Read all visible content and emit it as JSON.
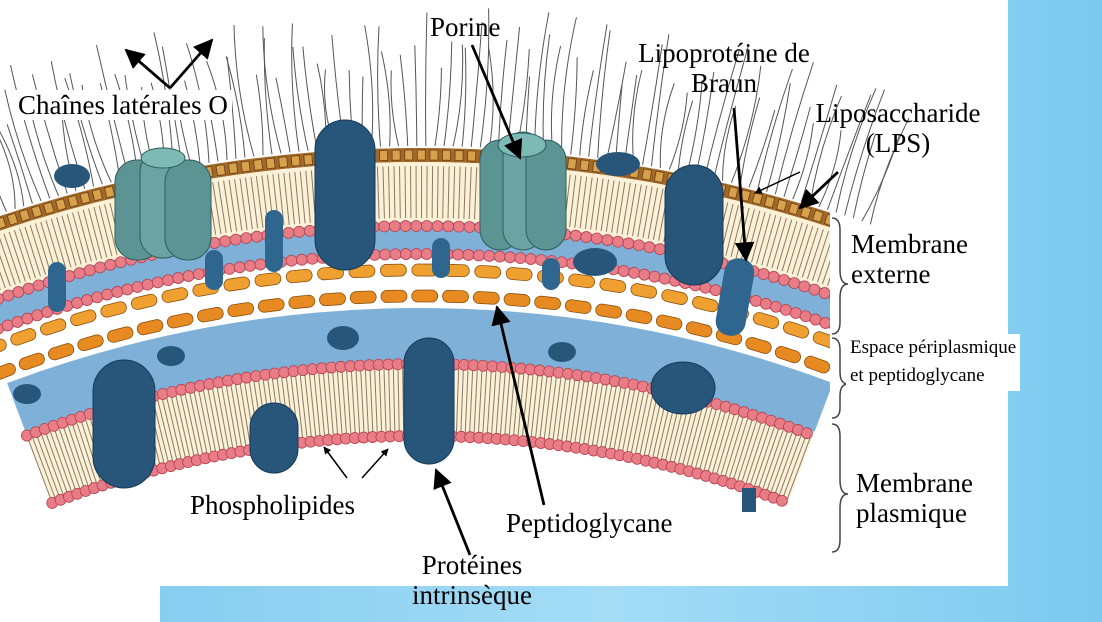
{
  "labels": {
    "o_chains": "Chaînes latérales O",
    "porine": "Porine",
    "braun_line1": "Lipoprotéine de",
    "braun_line2": "Braun",
    "lps_line1": "Liposaccharide",
    "lps_line2": "(LPS)",
    "outer_line1": "Membrane",
    "outer_line2": "externe",
    "peri_line1": "Espace périplasmique",
    "peri_line2": "et peptidoglycane",
    "plasma_line1": "Membrane",
    "plasma_line2": "plasmique",
    "phospholipids": "Phospholipides",
    "peptidoglycan": "Peptidoglycane",
    "proteins_line1": "Protéines",
    "proteins_line2": "intrinsèque"
  },
  "colors": {
    "background_blue": "#8fd3f4",
    "head_pink": "#e87d88",
    "head_outline": "#b8404e",
    "layer_cream": "#fbf1d6",
    "periplasm_blue": "#7fb1d8",
    "protein_blue": "#27567a",
    "porin_teal": "#5c9493",
    "peptidoglycan_orange": "#f0a030",
    "lps_brown": "#a2682a"
  }
}
